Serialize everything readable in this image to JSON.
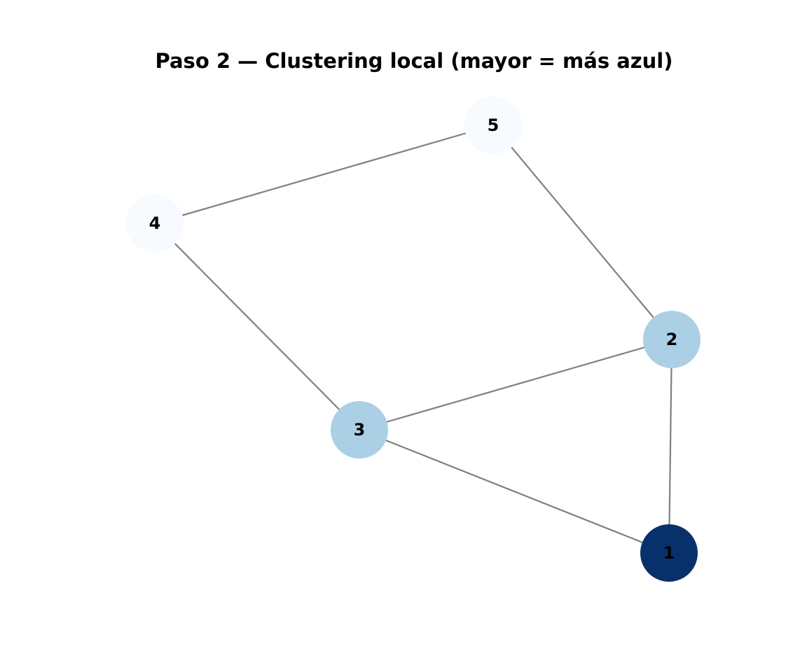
{
  "title": "Paso 2 — Clustering local (mayor = más azul)",
  "colors": {
    "edge": "#808080",
    "label": "#000000"
  },
  "nodes": [
    {
      "id": "1",
      "clustering": 1.0,
      "color": "#08306b"
    },
    {
      "id": "2",
      "clustering": 0.333,
      "color": "#abd0e6"
    },
    {
      "id": "3",
      "clustering": 0.333,
      "color": "#abd0e6"
    },
    {
      "id": "4",
      "clustering": 0.0,
      "color": "#f7fbff"
    },
    {
      "id": "5",
      "clustering": 0.0,
      "color": "#f7fbff"
    }
  ],
  "edges": [
    [
      "4",
      "5"
    ],
    [
      "5",
      "2"
    ],
    [
      "4",
      "3"
    ],
    [
      "3",
      "2"
    ],
    [
      "3",
      "1"
    ],
    [
      "2",
      "1"
    ]
  ]
}
